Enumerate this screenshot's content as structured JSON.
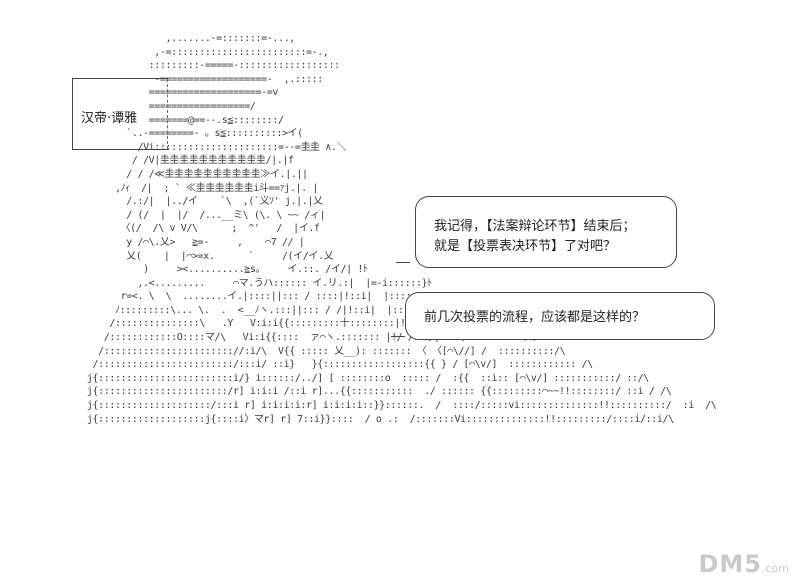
{
  "name_label": "汉帝·谭雅",
  "dialogue": [
    {
      "lines": [
        "我记得，【法案辩论环节】结束后；",
        "就是【投票表决环节】了对吧？"
      ]
    },
    {
      "lines": [
        "前几次投票的流程，应该都是这样的？"
      ]
    }
  ],
  "watermark": {
    "text": "DM5",
    "suffix": ".com"
  }
}
